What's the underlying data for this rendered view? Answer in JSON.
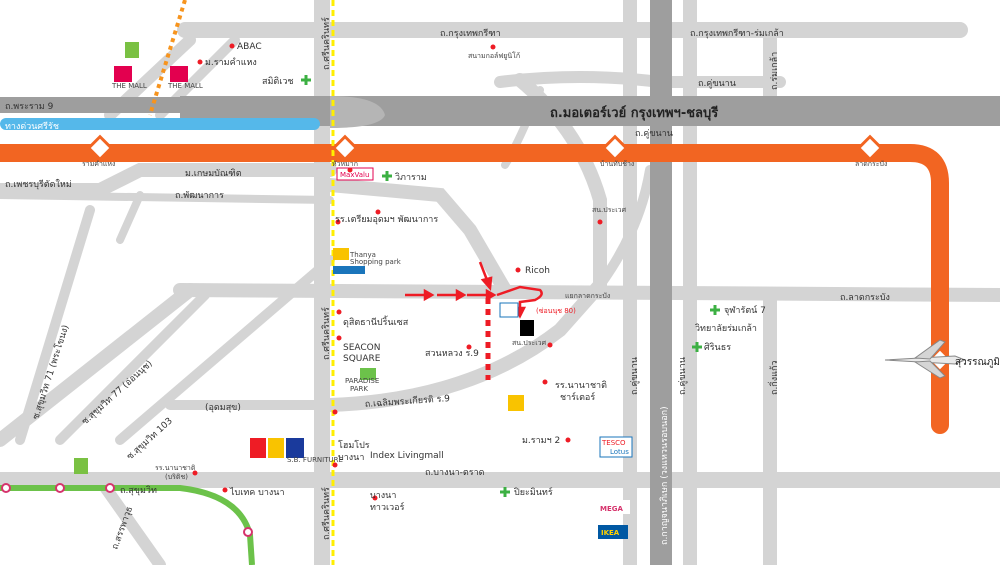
{
  "roads": {
    "motorway": "ถ.มอเตอร์เวย์ กรุงเทพฯ-ชลบุรี",
    "krungthep_kreetha": "ถ.กรุงเทพกรีฑา",
    "krungthep_kreetha_romklao": "ถ.กรุงเทพกรีฑา-ร่มเกล้า",
    "rama9": "ถ.พระราม 9",
    "expressway": "ทางด่วนศรีรัช",
    "khu_khanan_top": "ถ.คู่ขนาน",
    "khu_khanan_mid": "ถ.คู่ขนาน",
    "romklao": "ถ.ร่มเกล้า",
    "phetchaburi": "ถ.เพชรบุรีตัดใหม่",
    "pattanakarn": "ถ.พัฒนาการ",
    "srinakarin_top": "ถ.ศรีนครินทร์",
    "srinakarin_mid": "ถ.ศรีนครินทร์",
    "lat_krabang": "ถ.ลาดกระบัง",
    "chalerm_prakiat": "ถ.เฉลิมพระเกียรติ ร.9",
    "sukhumvit71": "ซ.สุขุมวิท 71 (พระโขนง)",
    "sukhumvit77": "ซ.สุขุมวิท 77 (อ่อนนุช)",
    "sukhumvit103": "ซ.สุขุมวิท 103",
    "udomsuk": "(อุดมสุข)",
    "bangna_trat": "ถ.บางนา-ตราด",
    "sukhumvit": "ถ.สุขุมวิท",
    "srinakharinwirot": "ถ.ศรีนครินทร์",
    "kanchanaphisek": "ถ.กาญจนาภิเษก (วงแหวนรอบนอก)",
    "khu_khanan_v1": "ถ.คู่ขนาน",
    "khu_khanan_v2": "ถ.คู่ขนาน",
    "king_kaew": "ถ.กิ่งแก้ว",
    "sanphawut": "ถ.สรรพาวุธ",
    "lat_krabang_small": "แยกลาดกระบัง"
  },
  "stations": {
    "ramkhamhaeng": "รามคำแหง",
    "hua_mak": "หัวหมาก",
    "ban_thap_chang": "บ้านทับช้าง",
    "lat_krabang": "ลาดกระบัง",
    "suvarnabhumi": "สุวรรณภูมิ"
  },
  "pois": {
    "abac": "ABAC",
    "ram_u": "ม.รามคำแหง",
    "samitivej": "สมิติเวช",
    "stadium": "สนามกอล์ฟยูนิโก้",
    "thai_u": "ม.เกษมบัณฑิต",
    "maxvalu": "MaxValu",
    "vibharam": "วิภาราม",
    "triam": "รร.เตรียมอุดมฯ พัฒนาการ",
    "thanya": "Thanya",
    "thanya_sub": "Shopping park",
    "ricoh": "Ricoh",
    "khlong_badge": "(ซ่อนนุช 80)",
    "sn_prawet": "สน.ประเวศ",
    "sk_prawet": "สน.ประเวศ",
    "jusmin": "จุฬารัตน์ 7",
    "wittaya": "วิทยาลัยร่มเกล้า",
    "sirin": "ศิรินธร",
    "dusit": "ดุสิตธานีปริ้นเซส",
    "seacon1": "SEACON",
    "seacon2": "SQUARE",
    "paradise1": "PARADISE",
    "paradise2": "PARK",
    "suan_luang": "สวนหลวง ร.9",
    "rr_nana": "รร.นานาชาติ",
    "charter": "ชาร์เตอร์",
    "ram2": "ม.รามฯ 2",
    "tesco1": "TESCO",
    "tesco2": "Lotus",
    "mega": "MEGA",
    "ikea": "IKEA",
    "homepro": "โฮมโปร",
    "bangna_label": "บางนา",
    "index": "Index Livingmall",
    "sb": "SB",
    "sb_sub": "S.B. FURNITURE",
    "rr_nana2": "รร.นานาชาติ",
    "bis": "(บริติช)",
    "bigc_bangna": "ไบเทค บางนา",
    "bangna_tower1": "บางนา",
    "bangna_tower2": "ทาวเวอร์",
    "piyamin": "ปิยะมินทร์",
    "mall1": "THE MALL",
    "mall2": "THE MALL",
    "suvarnabhumi": "สุวรรณภูมิ"
  },
  "colors": {
    "airport_link": "#f26522",
    "motorway": "#9e9e9e",
    "road": "#d4d4d4",
    "expressway": "#55b8ea",
    "bts": "#6cc24a",
    "orange_dot": "#f7941d",
    "yellow_line": "#ffef00",
    "arrow_red": "#ee1c25"
  }
}
